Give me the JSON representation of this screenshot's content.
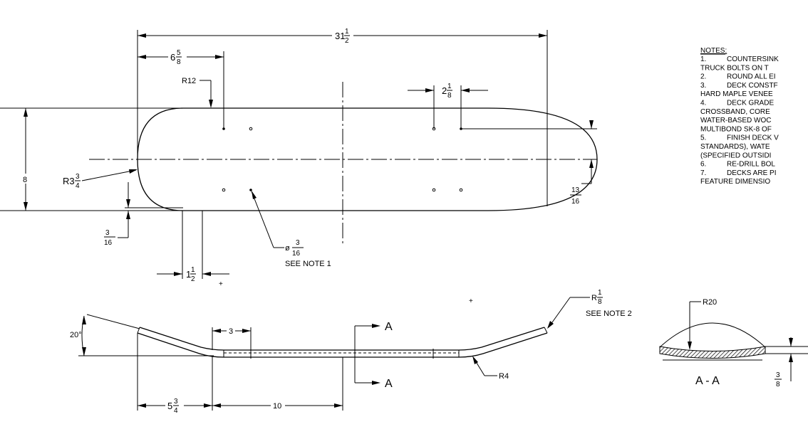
{
  "top_view": {
    "overall_length": {
      "whole": "31",
      "num": "1",
      "den": "2"
    },
    "nose_to_bolt": {
      "whole": "6",
      "num": "5",
      "den": "8"
    },
    "bolt_spacing": {
      "whole": "2",
      "num": "1",
      "den": "8"
    },
    "width": "8",
    "nose_radius": {
      "whole": "R3",
      "num": "3",
      "den": "4"
    },
    "corner_radius": "R12",
    "edge_offset": {
      "num": "3",
      "den": "16"
    },
    "tail_dim": {
      "whole": "1",
      "num": "1",
      "den": "2"
    },
    "hole_dia": {
      "prefix": "ø",
      "num": "3",
      "den": "16"
    },
    "hole_note": "SEE NOTE 1",
    "edge_dim": {
      "num": "13",
      "den": "16"
    }
  },
  "side_view": {
    "kick_angle": "20°",
    "flat_3": "3",
    "kick_length": {
      "whole": "5",
      "num": "3",
      "den": "4"
    },
    "wheelbase": "10",
    "section_label": "A",
    "bend_radius": "R4",
    "edge_round": {
      "whole": "R",
      "num": "1",
      "den": "8"
    },
    "edge_note": "SEE NOTE 2"
  },
  "section_view": {
    "concave_radius": "R20",
    "title": "A - A",
    "thickness": {
      "num": "3",
      "den": "8"
    }
  },
  "notes": {
    "heading": "NOTES:",
    "lines": [
      {
        "num": "1.",
        "text": "COUNTERSINK"
      },
      {
        "num": "",
        "text": "TRUCK BOLTS ON T"
      },
      {
        "num": "2.",
        "text": "ROUND ALL EI"
      },
      {
        "num": "3.",
        "text": "DECK CONSTF"
      },
      {
        "num": "",
        "text": "HARD MAPLE VENEE"
      },
      {
        "num": "4.",
        "text": "DECK GRADE"
      },
      {
        "num": "",
        "text": "CROSSBAND, CORE"
      },
      {
        "num": "",
        "text": "WATER-BASED WOC"
      },
      {
        "num": "",
        "text": "MULTIBOND SK-8 OF"
      },
      {
        "num": "5.",
        "text": "FINISH DECK V"
      },
      {
        "num": "",
        "text": "STANDARDS), WATE"
      },
      {
        "num": "",
        "text": "(SPECIFIED OUTSIDI"
      },
      {
        "num": "6.",
        "text": "RE-DRILL BOL"
      },
      {
        "num": "7.",
        "text": "DECKS ARE PI"
      },
      {
        "num": "",
        "text": "FEATURE DIMENSIO"
      }
    ]
  }
}
